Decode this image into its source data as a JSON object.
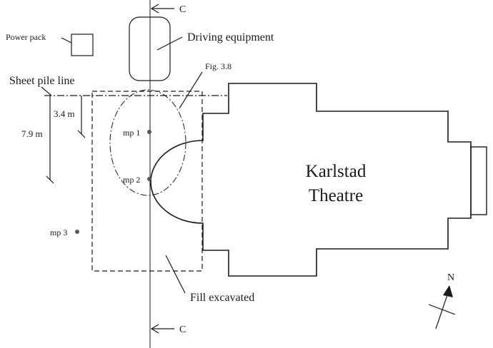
{
  "labels": {
    "section_top": "C",
    "section_bottom": "C",
    "power_pack": "Power pack",
    "driving_equipment": "Driving equipment",
    "fig_ref": "Fig. 3.8",
    "sheet_pile_line": "Sheet pile line",
    "dim_short": "3.4 m",
    "dim_long": "7.9 m",
    "mp1": "mp 1",
    "mp2": "mp 2",
    "mp3": "mp 3",
    "building_line1": "Karlstad",
    "building_line2": "Theatre",
    "fill_excavated": "Fill excavated",
    "north": "N"
  },
  "colors": {
    "ink": "#1a1a1a",
    "background": "#ffffff"
  }
}
